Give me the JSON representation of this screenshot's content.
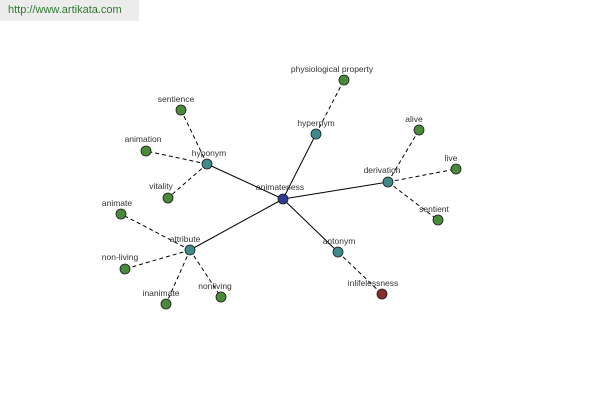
{
  "watermark": "http://www.artikata.com",
  "colors": {
    "center": "#2e3d8f",
    "relation": "#3f8b8b",
    "leaf": "#4a8a3b",
    "antonym_leaf": "#8b2e2e",
    "edge": "#000000"
  },
  "graph": {
    "center": {
      "id": "animateness",
      "label": "animateness"
    },
    "relations": [
      {
        "id": "hypernym",
        "label": "hypernym",
        "leaves": [
          {
            "label": "physiological property"
          }
        ]
      },
      {
        "id": "hyponym",
        "label": "hyponym",
        "leaves": [
          {
            "label": "sentience"
          },
          {
            "label": "animation"
          },
          {
            "label": "vitality"
          }
        ]
      },
      {
        "id": "derivation",
        "label": "derivation",
        "leaves": [
          {
            "label": "alive"
          },
          {
            "label": "live"
          },
          {
            "label": "sentient"
          }
        ]
      },
      {
        "id": "attribute",
        "label": "attribute",
        "leaves": [
          {
            "label": "animate"
          },
          {
            "label": "non-living"
          },
          {
            "label": "inanimate"
          },
          {
            "label": "nonliving"
          }
        ]
      },
      {
        "id": "antonym",
        "label": "antonym",
        "leaves": [
          {
            "label": "inlifelessness",
            "kind": "antonym"
          }
        ]
      }
    ]
  }
}
